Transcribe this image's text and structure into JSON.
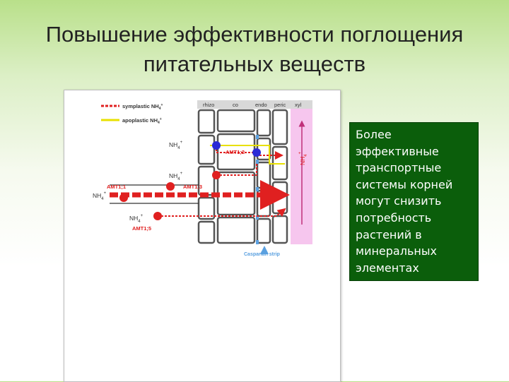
{
  "title": {
    "line1": "Повышение эффективности поглощения",
    "line2": "питательных веществ"
  },
  "diagram": {
    "legend": {
      "symplastic": "symplastic NH",
      "apoplastic": "apoplastic NH"
    },
    "tissue_headers": {
      "rhizo": "rhizo",
      "co": "co",
      "endo": "endo",
      "peric": "peric",
      "xyl": "xyl"
    },
    "ion_label": "NH",
    "ion_subscript": "4",
    "ion_superscript": "+",
    "transporters": {
      "amt12": "AMT1;2",
      "amt11": "AMT1;1",
      "amt13": "AMT1;3",
      "amt15": "AMT1;5"
    },
    "casparian_label": "Casparian strip",
    "colors": {
      "symplastic": "#e02020",
      "apoplastic": "#e8e000",
      "wall": "#555555",
      "amt12_protein": "#2b2bd6",
      "xylem": "#f6c6ee",
      "casparian": "#5aa0e0",
      "label_red": "#e02020"
    }
  },
  "callout": {
    "text": "Более\nэффективные\nтранспортные\nсистемы корней\nмогут снизить\nпотребность\nрастений в\nминеральных\nэлементах",
    "background": "#0b5e0b"
  }
}
